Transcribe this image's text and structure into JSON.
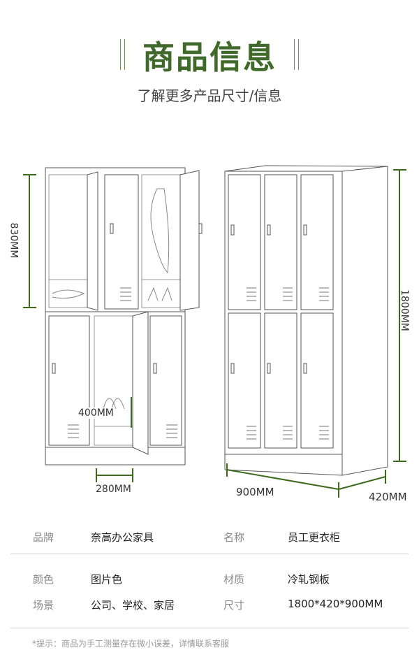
{
  "header": {
    "title": "商品信息",
    "subtitle": "了解更多产品尺寸/信息"
  },
  "dimensions": {
    "height_top": "830MM",
    "height_total": "1800MM",
    "door_width": "280MM",
    "inner_depth": "400MM",
    "width": "900MM",
    "depth": "420MM"
  },
  "colors": {
    "accent": "#3f6a2a",
    "dimension_line": "#3d6b1e"
  },
  "specs": [
    {
      "label": "品牌",
      "value": "奈高办公家具"
    },
    {
      "label": "名称",
      "value": "员工更衣柜"
    },
    {
      "label": "颜色",
      "value": "图片色"
    },
    {
      "label": "材质",
      "value": "冷轧钢板"
    },
    {
      "label": "场景",
      "value": "公司、学校、家居"
    },
    {
      "label": "尺寸",
      "value": "1800*420*900MM"
    }
  ],
  "note": "*提示：商品为手工测量存在微小误差，详情联系客服"
}
